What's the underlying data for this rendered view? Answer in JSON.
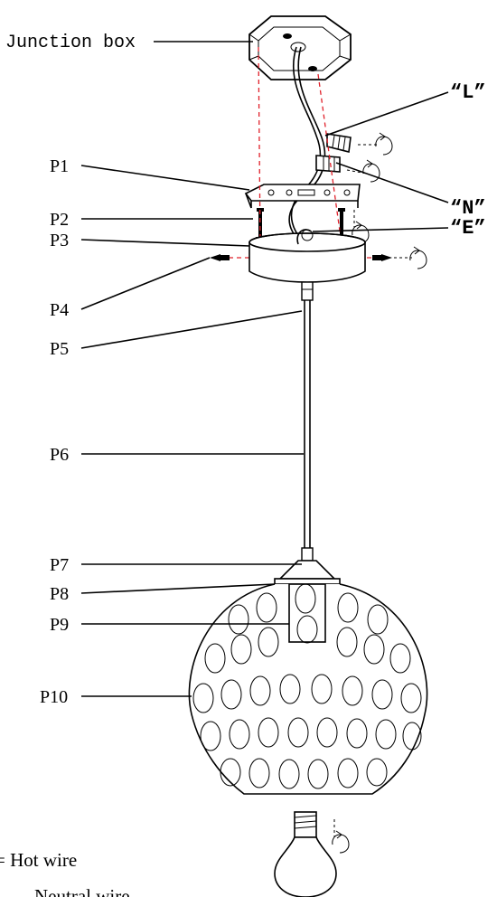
{
  "labels": {
    "junction_box": "Junction box",
    "live": "“L”",
    "neutral": "“N”",
    "earth": "“E”",
    "parts": [
      "P1",
      "P2",
      "P3",
      "P4",
      "P5",
      "P6",
      "P7",
      "P8",
      "P9",
      "P10"
    ]
  },
  "legend": {
    "hot": "= Hot wire",
    "neutral": "Neutral wire"
  },
  "colors": {
    "alignment_dash": "#e0202a",
    "line": "#000000",
    "background": "#ffffff"
  },
  "icons": [
    "rotate-arrow-icon"
  ]
}
